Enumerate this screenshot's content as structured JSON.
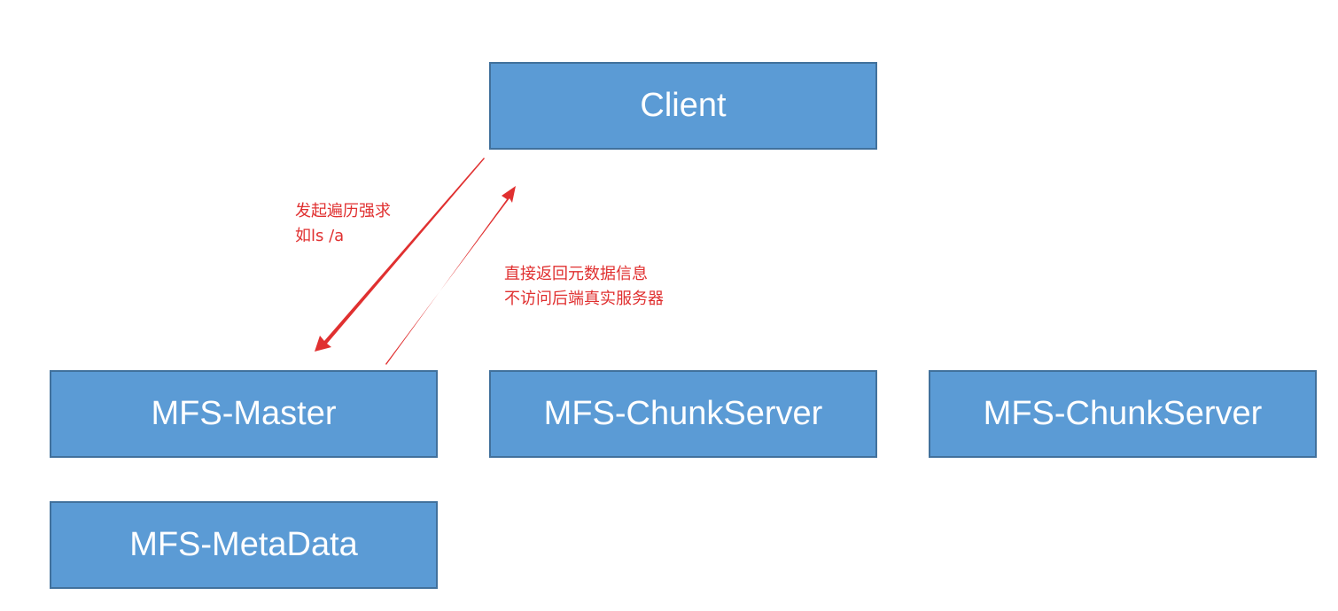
{
  "nodes": {
    "client": "Client",
    "master": "MFS-Master",
    "chunkserver_1": "MFS-ChunkServer",
    "chunkserver_2": "MFS-ChunkServer",
    "metadata": "MFS-MetaData"
  },
  "annotations": {
    "request": [
      "发起遍历强求",
      "如ls /a"
    ],
    "response": [
      "直接返回元数据信息",
      "不访问后端真实服务器"
    ]
  },
  "colors": {
    "node_fill": "#5b9bd5",
    "node_border": "#41719c",
    "node_text": "#ffffff",
    "arrow": "#e03030",
    "annotation_text": "#e03030"
  }
}
